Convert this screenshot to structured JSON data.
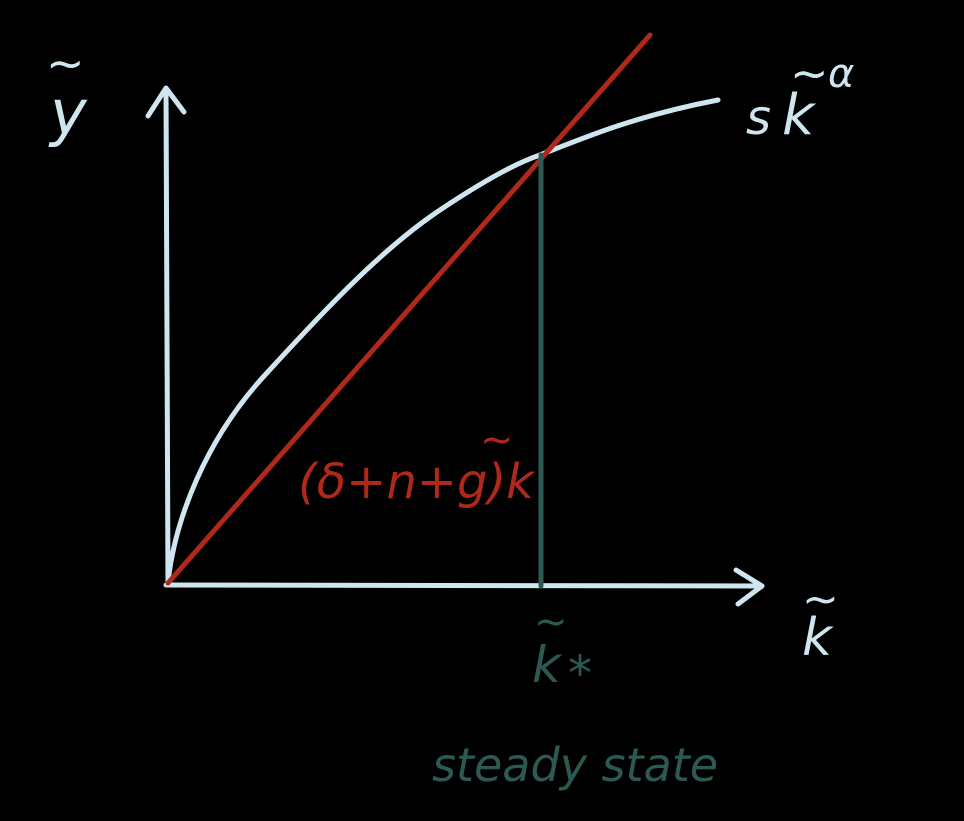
{
  "colors": {
    "background": "#000000",
    "axes": "#cfe6f0",
    "curve": "#cfe6f0",
    "line": "#b0281a",
    "steady": "#2c5a52"
  },
  "labels": {
    "y_axis": "y",
    "y_axis_tilde": "~",
    "x_axis": "k",
    "x_axis_tilde": "~",
    "curve_label_s": "s",
    "curve_label_k": "k",
    "curve_label_tilde": "~",
    "curve_label_exp": "α",
    "line_label": "(δ+n+g)k",
    "line_label_tilde": "~",
    "steady_k": "k",
    "steady_tilde": "~",
    "steady_star": "*",
    "steady_caption": "steady state"
  }
}
